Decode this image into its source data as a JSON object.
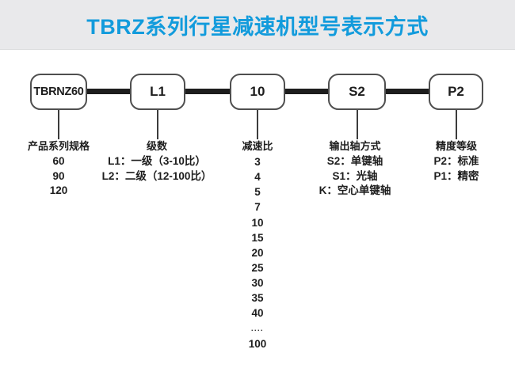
{
  "title": "TBRZ系列行星减速机型号表示方式",
  "colors": {
    "title_text": "#129bdc",
    "title_band_bg": "#e9e9eb",
    "connector_line": "#1d1d1d",
    "box_border": "#4f4f4f",
    "body_text": "#1d1d1d"
  },
  "model_boxes": [
    {
      "code": "TBRNZ60"
    },
    {
      "code": "L1"
    },
    {
      "code": "10"
    },
    {
      "code": "S2"
    },
    {
      "code": "P2"
    }
  ],
  "legend_columns": [
    {
      "header": "产品系列规格",
      "items": [
        "60",
        "90",
        "120"
      ]
    },
    {
      "header": "级数",
      "items": [
        "L1：一级（3-10比）",
        "L2：二级（12-100比）"
      ]
    },
    {
      "header": "减速比",
      "items": [
        "3",
        "4",
        "5",
        "7",
        "10",
        "15",
        "20",
        "25",
        "30",
        "35",
        "40",
        "....",
        "100"
      ]
    },
    {
      "header": "输出轴方式",
      "items": [
        "S2：单键轴",
        "S1：光轴",
        "K：空心单键轴"
      ]
    },
    {
      "header": "精度等级",
      "items": [
        "P2：标准",
        "P1：精密"
      ]
    }
  ]
}
